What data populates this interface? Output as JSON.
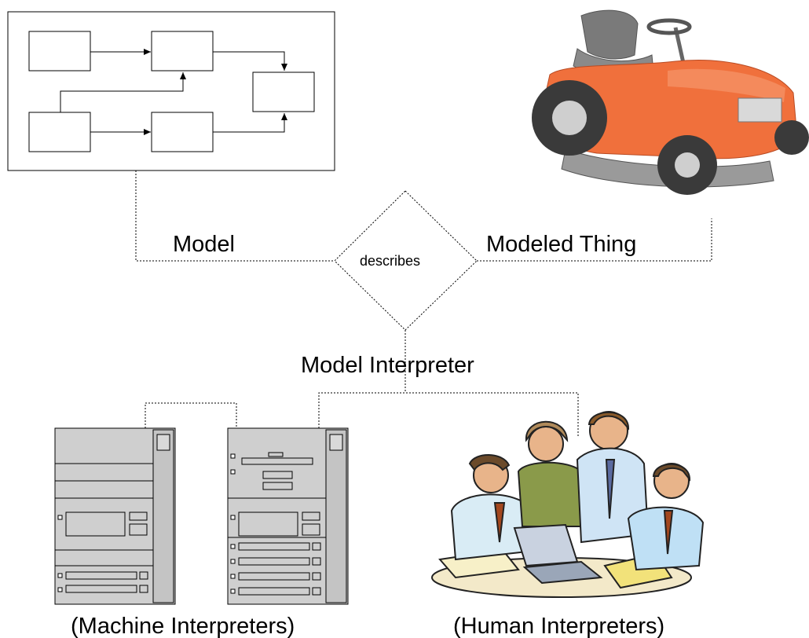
{
  "labels": {
    "model": "Model",
    "modeled_thing": "Modeled Thing",
    "relation": "describes",
    "interpreter": "Model Interpreter",
    "machine_interpreters": "(Machine Interpreters)",
    "human_interpreters": "(Human Interpreters)"
  },
  "icons": {
    "model_diagram": "block-diagram-icon",
    "modeled_thing": "lawn-tractor-icon",
    "machine": "computer-tower-icon",
    "humans": "people-meeting-icon"
  },
  "colors": {
    "line": "#000000",
    "tower_fill": "#cfcfcf",
    "tractor_body": "#f0703c"
  }
}
